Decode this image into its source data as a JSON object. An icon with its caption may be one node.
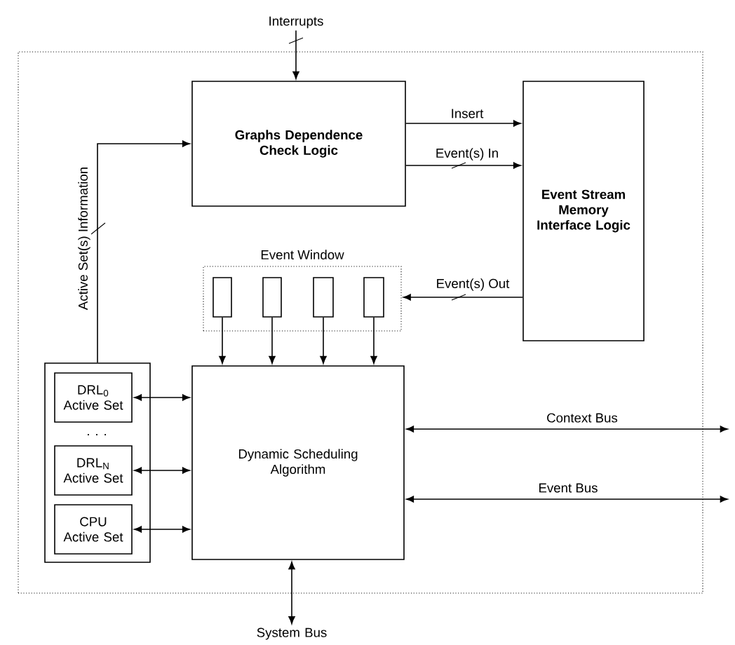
{
  "diagram": {
    "nodes": [
      {
        "text": [],
        "shape": "box"
      },
      {
        "text": [
          "Graphs Dependence Check Logic"
        ],
        "in": 0
      },
      {
        "text": [
          "Event Stream Memory Interface Logic"
        ],
        "in": 0
      },
      {
        "text": [
          "Event Window"
        ],
        "in": 0
      },
      {
        "text": [],
        "shape": "box",
        "in": 3
      },
      {
        "text": [],
        "shape": "box",
        "in": 3
      },
      {
        "text": [],
        "shape": "box",
        "in": 3
      },
      {
        "text": [],
        "shape": "box",
        "in": 3
      },
      {
        "text": [
          "Dynamic Scheduling Algorithm"
        ],
        "in": 0
      },
      {
        "text": [],
        "shape": "box",
        "in": 0
      },
      {
        "text": [
          "DRL$_{0}$ Active Set"
        ],
        "in": 9
      },
      {
        "text": [
          "DRL$_{N}$ Active Set"
        ],
        "in": 9
      },
      {
        "text": [
          "CPU Active Set"
        ],
        "in": 9
      },
      {
        "text": [
          "Interrupts"
        ]
      },
      {
        "text": [
          "System Bus"
        ]
      }
    ],
    "edges": [
      {
        "from": 13,
        "to": 1,
        "arrow": "to"
      },
      {
        "from": 1,
        "to": 2,
        "arrow": "to",
        "label": "Insert"
      },
      {
        "from": 1,
        "to": 2,
        "arrow": "to",
        "label": "Event(s) In"
      },
      {
        "from": 2,
        "to": 3,
        "arrow": "to",
        "label": "Event(s) Out"
      },
      {
        "from": 9,
        "to": 1,
        "arrow": "to",
        "label": "Active Set(s) Information"
      },
      {
        "from": 4,
        "to": 8,
        "arrow": "to"
      },
      {
        "from": 5,
        "to": 8,
        "arrow": "to"
      },
      {
        "from": 6,
        "to": 8,
        "arrow": "to"
      },
      {
        "from": 7,
        "to": 8,
        "arrow": "to"
      },
      {
        "from": 10,
        "to": 8,
        "arrow": "both"
      },
      {
        "from": 11,
        "to": 8,
        "arrow": "both"
      },
      {
        "from": 12,
        "to": 8,
        "arrow": "both"
      },
      {
        "from": 8,
        "to": null,
        "arrow": "both",
        "label": "Context Bus"
      },
      {
        "from": 8,
        "to": null,
        "arrow": "both",
        "label": "Event Bus"
      },
      {
        "from": 8,
        "to": 14,
        "arrow": "both"
      }
    ],
    "labels": [
      ". . ."
    ]
  }
}
